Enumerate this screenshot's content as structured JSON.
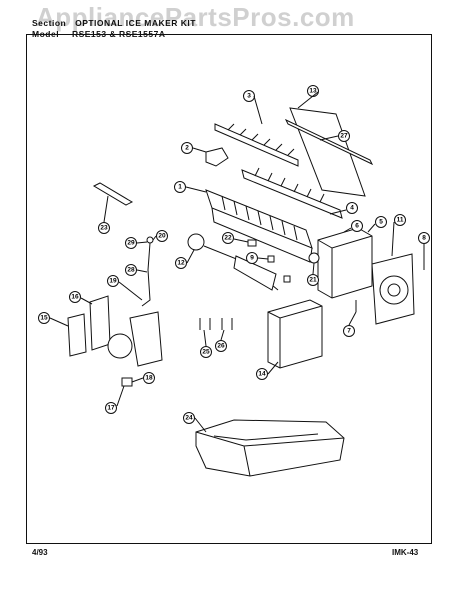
{
  "watermark": "AppliancePartsPros.com",
  "header": {
    "section_label": "Section",
    "section_value": "OPTIONAL ICE MAKER KIT",
    "model_label": "Model",
    "model_value": "RSE153 & RSE1557A"
  },
  "footer": {
    "date": "4/93",
    "code": "IMK-43"
  },
  "callouts": [
    "1",
    "2",
    "3",
    "4",
    "5",
    "6",
    "7",
    "8",
    "9",
    "11",
    "12",
    "13",
    "14",
    "15",
    "16",
    "17",
    "18",
    "19",
    "20",
    "21",
    "22",
    "23",
    "24",
    "25",
    "26",
    "27",
    "28",
    "29"
  ]
}
